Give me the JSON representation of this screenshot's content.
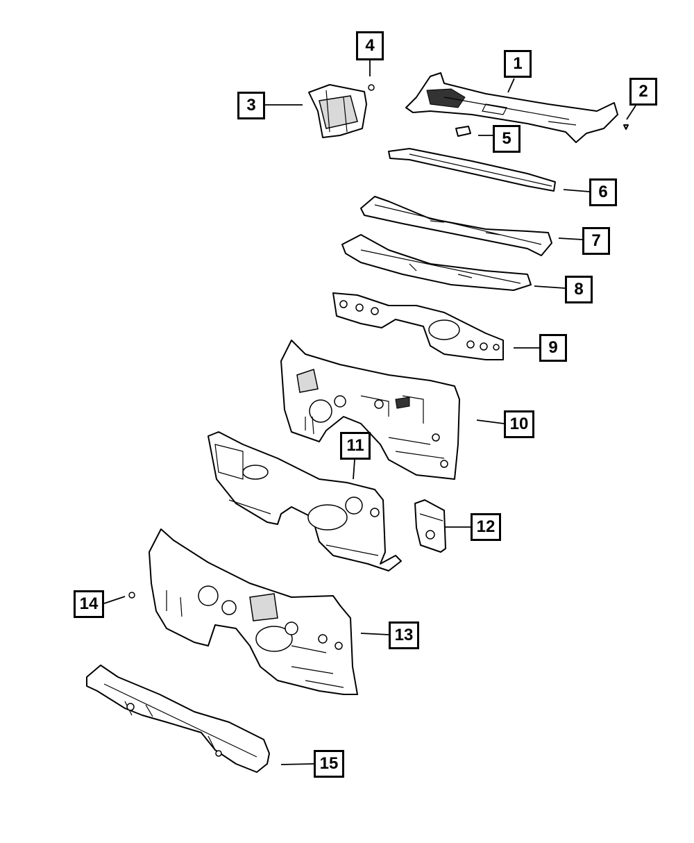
{
  "callouts": [
    {
      "id": 1,
      "label": "1"
    },
    {
      "id": 2,
      "label": "2"
    },
    {
      "id": 3,
      "label": "3"
    },
    {
      "id": 4,
      "label": "4"
    },
    {
      "id": 5,
      "label": "5"
    },
    {
      "id": 6,
      "label": "6"
    },
    {
      "id": 7,
      "label": "7"
    },
    {
      "id": 8,
      "label": "8"
    },
    {
      "id": 9,
      "label": "9"
    },
    {
      "id": 10,
      "label": "10"
    },
    {
      "id": 11,
      "label": "11"
    },
    {
      "id": 12,
      "label": "12"
    },
    {
      "id": 13,
      "label": "13"
    },
    {
      "id": 14,
      "label": "14"
    },
    {
      "id": 15,
      "label": "15"
    }
  ]
}
